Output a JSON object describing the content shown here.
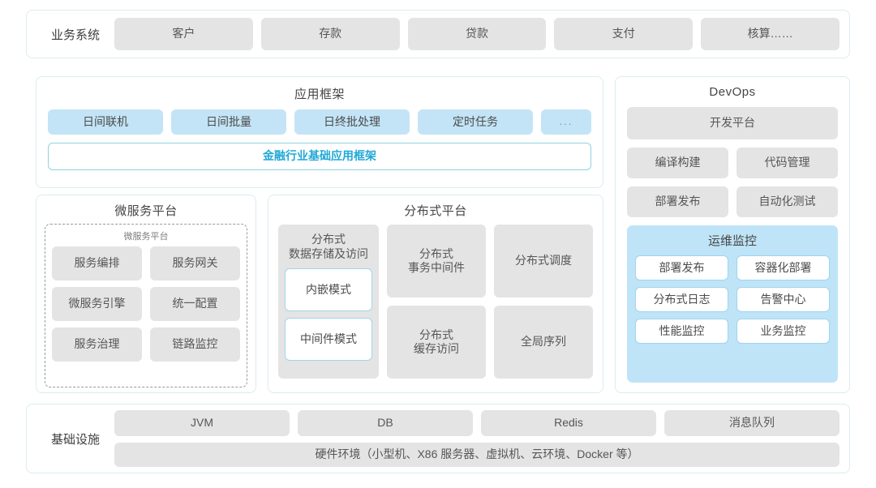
{
  "business_systems": {
    "label": "业务系统",
    "items": [
      "客户",
      "存款",
      "贷款",
      "支付",
      "核算……"
    ]
  },
  "application_framework": {
    "title": "应用框架",
    "chips": [
      "日间联机",
      "日间批量",
      "日终批处理",
      "定时任务",
      "..."
    ],
    "base_framework": "金融行业基础应用框架"
  },
  "microservice_platform": {
    "title": "微服务平台",
    "inner_label": "微服务平台",
    "items": [
      "服务编排",
      "服务网关",
      "微服务引擎",
      "统一配置",
      "服务治理",
      "链路监控"
    ]
  },
  "distributed_platform": {
    "title": "分布式平台",
    "storage": {
      "title": "分布式\n数据存储及访问",
      "title_line1": "分布式",
      "title_line2": "数据存储及访问",
      "modes": [
        "内嵌模式",
        "中间件模式"
      ]
    },
    "cards": [
      {
        "line1": "分布式",
        "line2": "事务中间件"
      },
      {
        "line1": "分布式调度",
        "line2": ""
      },
      {
        "line1": "分布式",
        "line2": "缓存访问"
      },
      {
        "line1": "全局序列",
        "line2": ""
      }
    ]
  },
  "devops": {
    "title": "DevOps",
    "platform": "开发平台",
    "items": [
      "编译构建",
      "代码管理",
      "部署发布",
      "自动化测试"
    ],
    "ops_monitoring": {
      "title": "运维监控",
      "items": [
        "部署发布",
        "容器化部署",
        "分布式日志",
        "告警中心",
        "性能监控",
        "业务监控"
      ]
    }
  },
  "infrastructure": {
    "label": "基础设施",
    "items": [
      "JVM",
      "DB",
      "Redis",
      "消息队列"
    ],
    "hardware": "硬件环境（小型机、X86 服务器、虚拟机、云环境、Docker 等）"
  },
  "colors": {
    "panel_border": "#dcecf1",
    "chip_gray": "#e4e4e4",
    "chip_blue": "#c3e4f6",
    "ops_bg": "#bfe4f7",
    "accent_teal": "#21a8d8"
  }
}
